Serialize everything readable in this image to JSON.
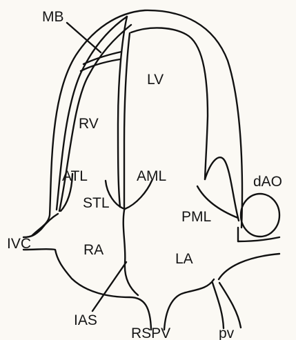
{
  "labels": {
    "mb": "MB",
    "lv": "LV",
    "rv": "RV",
    "atl": "ATL",
    "aml": "AML",
    "stl": "STL",
    "dao": "dAO",
    "pml": "PML",
    "ivc": "IVC",
    "ra": "RA",
    "la": "LA",
    "ias": "IAS",
    "rspv": "RSPV",
    "pv": "pv"
  },
  "colors": {
    "line": "#111111",
    "background": "#fbf9f4"
  }
}
